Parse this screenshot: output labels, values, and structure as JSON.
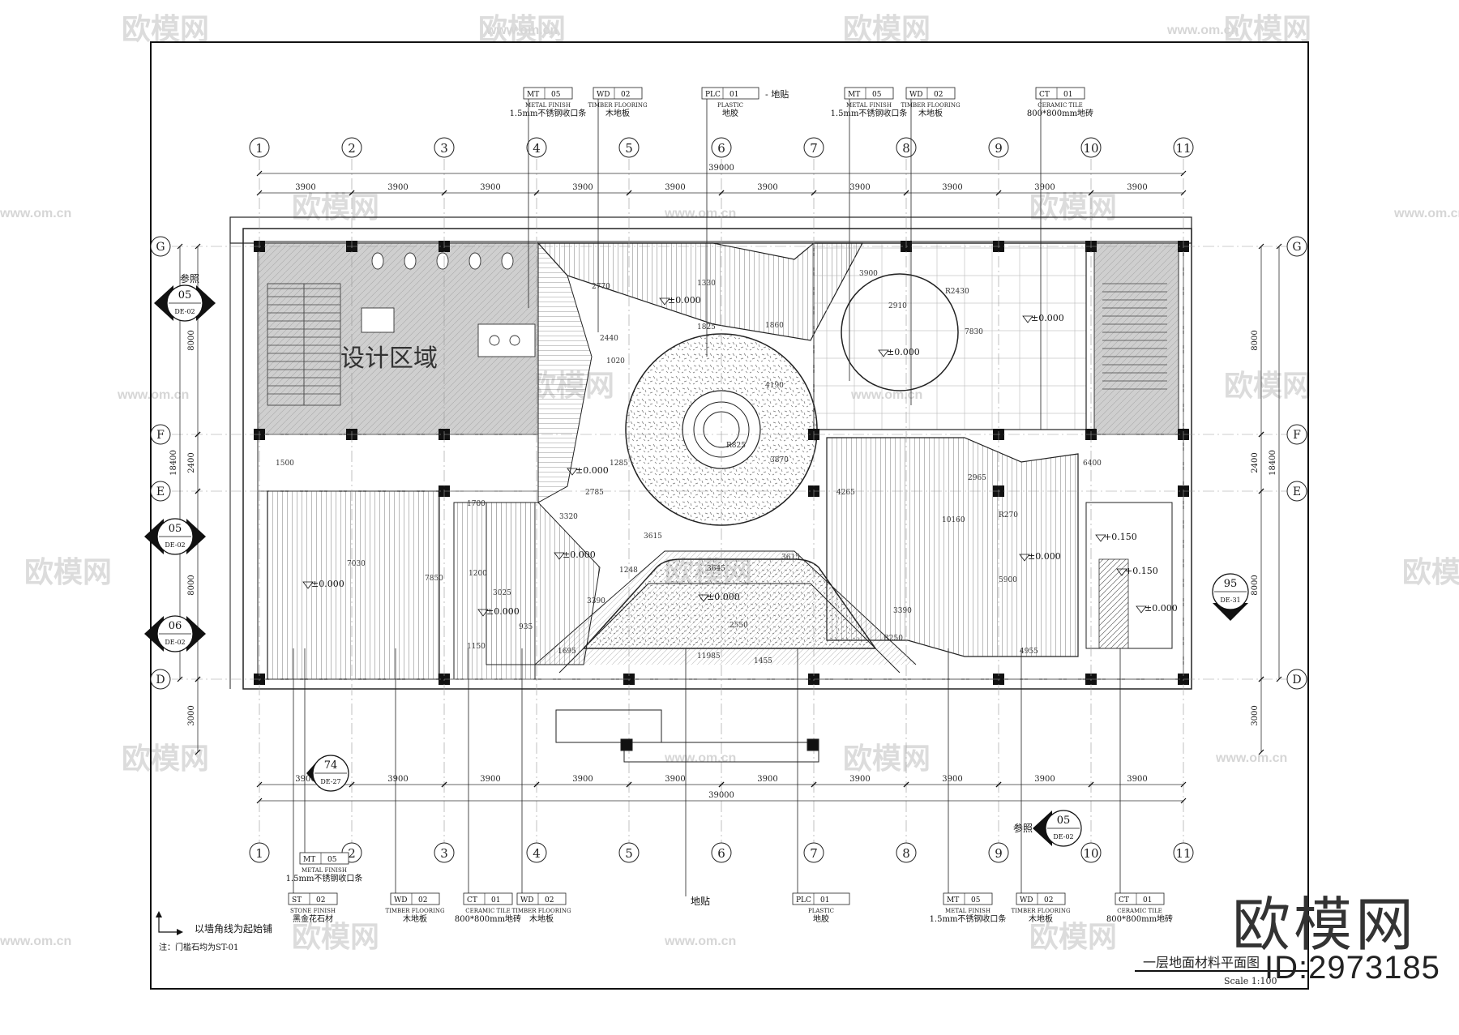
{
  "columns": [
    "1",
    "2",
    "3",
    "4",
    "5",
    "6",
    "7",
    "8",
    "9",
    "10",
    "11"
  ],
  "rows_right": [
    "G",
    "F",
    "E",
    "D"
  ],
  "rows_left": [
    "G",
    "F",
    "E",
    "D"
  ],
  "span_dims": [
    "3900",
    "3900",
    "3900",
    "3900",
    "3900",
    "3900",
    "3900",
    "3900",
    "3900",
    "3900"
  ],
  "total_dim": "39000",
  "left_row_dims": [
    "8000",
    "2400",
    "8000",
    "3000"
  ],
  "left_total": "18400",
  "right_row_dims": [
    "8000",
    "2400",
    "8000",
    "3000"
  ],
  "right_total": "18400",
  "top_tags": [
    {
      "code": "MT",
      "num": "05",
      "en": "METAL FINISH",
      "cn": "1.5mm不锈钢收口条"
    },
    {
      "code": "WD",
      "num": "02",
      "en": "TIMBER FLOORING",
      "cn": "木地板"
    },
    {
      "code": "PLC",
      "num": "01",
      "en": "PLASTIC",
      "cn": "地胶",
      "extra": "- 地贴"
    },
    {
      "code": "MT",
      "num": "05",
      "en": "METAL FINISH",
      "cn": "1.5mm不锈钢收口条"
    },
    {
      "code": "WD",
      "num": "02",
      "en": "TIMBER FLOORING",
      "cn": "木地板"
    },
    {
      "code": "CT",
      "num": "01",
      "en": "CERAMIC TILE",
      "cn": "800*800mm地砖"
    }
  ],
  "bottom_tags": [
    {
      "code": "MT",
      "num": "05",
      "en": "METAL FINISH",
      "cn": "1.5mm不锈钢收口条"
    },
    {
      "code": "ST",
      "num": "02",
      "en": "STONE FINISH",
      "cn": "黑金花石材"
    },
    {
      "code": "WD",
      "num": "02",
      "en": "TIMBER FLOORING",
      "cn": "木地板"
    },
    {
      "code": "CT",
      "num": "01",
      "en": "CERAMIC TILE",
      "cn": "800*800mm地砖"
    },
    {
      "code": "WD",
      "num": "02",
      "en": "TIMBER FLOORING",
      "cn": "木地板"
    },
    {
      "code": "PLC",
      "num": "01",
      "en": "PLASTIC",
      "cn": "地胶"
    },
    {
      "code": "MT",
      "num": "05",
      "en": "METAL FINISH",
      "cn": "1.5mm不锈钢收口条"
    },
    {
      "code": "WD",
      "num": "02",
      "en": "TIMBER FLOORING",
      "cn": "木地板"
    },
    {
      "code": "CT",
      "num": "01",
      "en": "CERAMIC TILE",
      "cn": "800*800mm地砖"
    }
  ],
  "bottom_ground_label": "地贴",
  "section_marks": [
    {
      "num": "05",
      "ref": "DE-02",
      "prefix": "参照"
    },
    {
      "num": "05",
      "ref": "DE-02",
      "prefix": ""
    },
    {
      "num": "06",
      "ref": "DE-02",
      "prefix": ""
    },
    {
      "num": "95",
      "ref": "DE-31",
      "prefix": ""
    },
    {
      "num": "74",
      "ref": "DE-27",
      "prefix": ""
    },
    {
      "num": "05",
      "ref": "DE-02",
      "prefix": "参照"
    }
  ],
  "levels": [
    "±0.000",
    "±0.000",
    "±0.000",
    "±0.000",
    "±0.000",
    "±0.000",
    "±0.000",
    "±0.000",
    "±0.000",
    "+0.150",
    "+0.150",
    "±0.000"
  ],
  "inner_dims": [
    "2770",
    "1330",
    "3900",
    "7830",
    "2910",
    "R2430",
    "2440",
    "1825",
    "1860",
    "1020",
    "4190",
    "3870",
    "R825",
    "1285",
    "2785",
    "3320",
    "7030",
    "7850",
    "1200",
    "3025",
    "935",
    "1150",
    "3615",
    "3645",
    "3615",
    "1248",
    "3390",
    "3390",
    "R250",
    "1455",
    "11985",
    "2550",
    "4265",
    "10160",
    "5900",
    "4955",
    "6400",
    "1500",
    "1700",
    "1695",
    "2965",
    "R270"
  ],
  "design_area": "设计区域",
  "note_start": "以墙角线为起始铺",
  "note_door": "注：门槛石均为ST-01",
  "title_cn": "一层地面材料平面图",
  "title_scale": "Scale 1:100",
  "brand": "欧模网",
  "id_text": "ID:2973185",
  "watermark_cn": "欧模网",
  "watermark_url": "www.om.cn",
  "watermark_url_short": "om.cn"
}
